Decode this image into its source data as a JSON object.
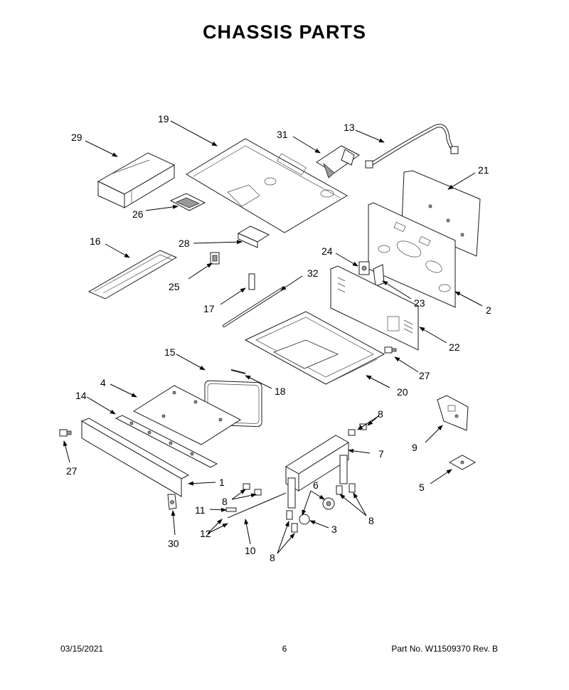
{
  "title": "CHASSIS PARTS",
  "footer": {
    "date": "03/15/2021",
    "page": "6",
    "part_info": "Part No.  W11509370  Rev.  B"
  },
  "callouts": [
    "1",
    "2",
    "3",
    "4",
    "5",
    "6",
    "7",
    "8",
    "9",
    "10",
    "11",
    "12",
    "13",
    "14",
    "15",
    "16",
    "17",
    "18",
    "19",
    "20",
    "21",
    "22",
    "23",
    "24",
    "25",
    "26",
    "27",
    "28",
    "29",
    "30",
    "31",
    "32"
  ]
}
